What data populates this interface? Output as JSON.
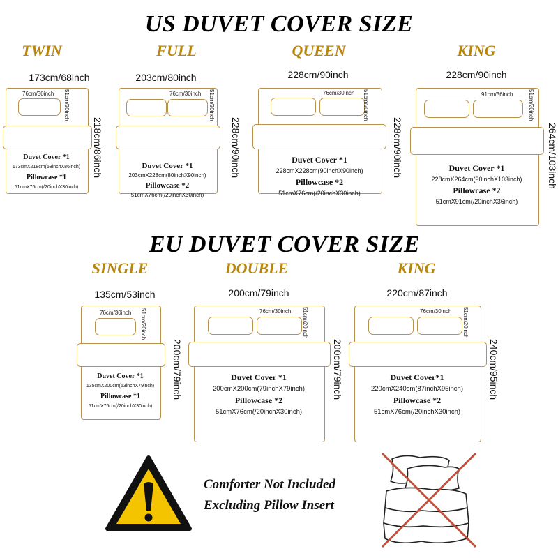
{
  "us_title": "US DUVET COVER SIZE",
  "eu_title": "EU DUVET COVER SIZE",
  "us": [
    {
      "name": "TWIN",
      "width": "173cm/68inch",
      "height": "218cm/86inch",
      "pillow_w": "76cm/30inch",
      "pillow_h": "51cm/20inch",
      "duvet_label": "Duvet Cover *1",
      "duvet_size": "173cmX218cm(68inchX86inch)",
      "pillow_label": "Pillowcase *1",
      "pillow_size": "51cmX76cm(/20inchX30inch)"
    },
    {
      "name": "FULL",
      "width": "203cm/80inch",
      "height": "228cm/90inch",
      "pillow_w": "76cm/30inch",
      "pillow_h": "51cm/20inch",
      "duvet_label": "Duvet Cover *1",
      "duvet_size": "203cmX228cm(80inchX90inch)",
      "pillow_label": "Pillowcase *2",
      "pillow_size": "51cmX76cm(/20inchX30inch)"
    },
    {
      "name": "QUEEN",
      "width": "228cm/90inch",
      "height": "228cm/90inch",
      "pillow_w": "76cm/30inch",
      "pillow_h": "51cm/20inch",
      "duvet_label": "Duvet Cover *1",
      "duvet_size": "228cmX228cm(90inchX90inch)",
      "pillow_label": "Pillowcase *2",
      "pillow_size": "51cmX76cm(/20inchX30inch)"
    },
    {
      "name": "KING",
      "width": "228cm/90inch",
      "height": "264cm/103inch",
      "pillow_w": "91cm/36inch",
      "pillow_h": "51cm/20inch",
      "duvet_label": "Duvet Cover *1",
      "duvet_size": "228cmX264cm(90inchX103inch)",
      "pillow_label": "Pillowcase *2",
      "pillow_size": "51cmX91cm(/20inchX36inch)"
    }
  ],
  "eu": [
    {
      "name": "SINGLE",
      "width": "135cm/53inch",
      "height": "200cm/79inch",
      "pillow_w": "76cm/30inch",
      "pillow_h": "51cm/20inch",
      "duvet_label": "Duvet Cover *1",
      "duvet_size": "135cmX200cm(53inchX79inch)",
      "pillow_label": "Pillowcase *1",
      "pillow_size": "51cmX76cm(/20inchX30inch)"
    },
    {
      "name": "DOUBLE",
      "width": "200cm/79inch",
      "height": "200cm/79inch",
      "pillow_w": "76cm/30inch",
      "pillow_h": "51cm/20inch",
      "duvet_label": "Duvet Cover *1",
      "duvet_size": "200cmX200cm(79inchX79inch)",
      "pillow_label": "Pillowcase *2",
      "pillow_size": "51cmX76cm(/20inchX30inch)"
    },
    {
      "name": "KING",
      "width": "220cm/87inch",
      "height": "240cm/95inch",
      "pillow_w": "76cm/30inch",
      "pillow_h": "51cm/20inch",
      "duvet_label": "Duvet Cover*1",
      "duvet_size": "220cmX240cm(87inchX95inch)",
      "pillow_label": "Pillowcase *2",
      "pillow_size": "51cmX76cm(/20inchX30inch)"
    }
  ],
  "notice": {
    "line1": "Comforter Not Included",
    "line2": "Excluding Pillow Insert"
  },
  "colors": {
    "accent": "#b8860b",
    "outline": "#b8924a",
    "warning_fill": "#f5c400",
    "cross": "#c0503a"
  },
  "icons": {
    "warning": "warning-triangle-icon",
    "excluded": "comforter-crossed-icon"
  }
}
